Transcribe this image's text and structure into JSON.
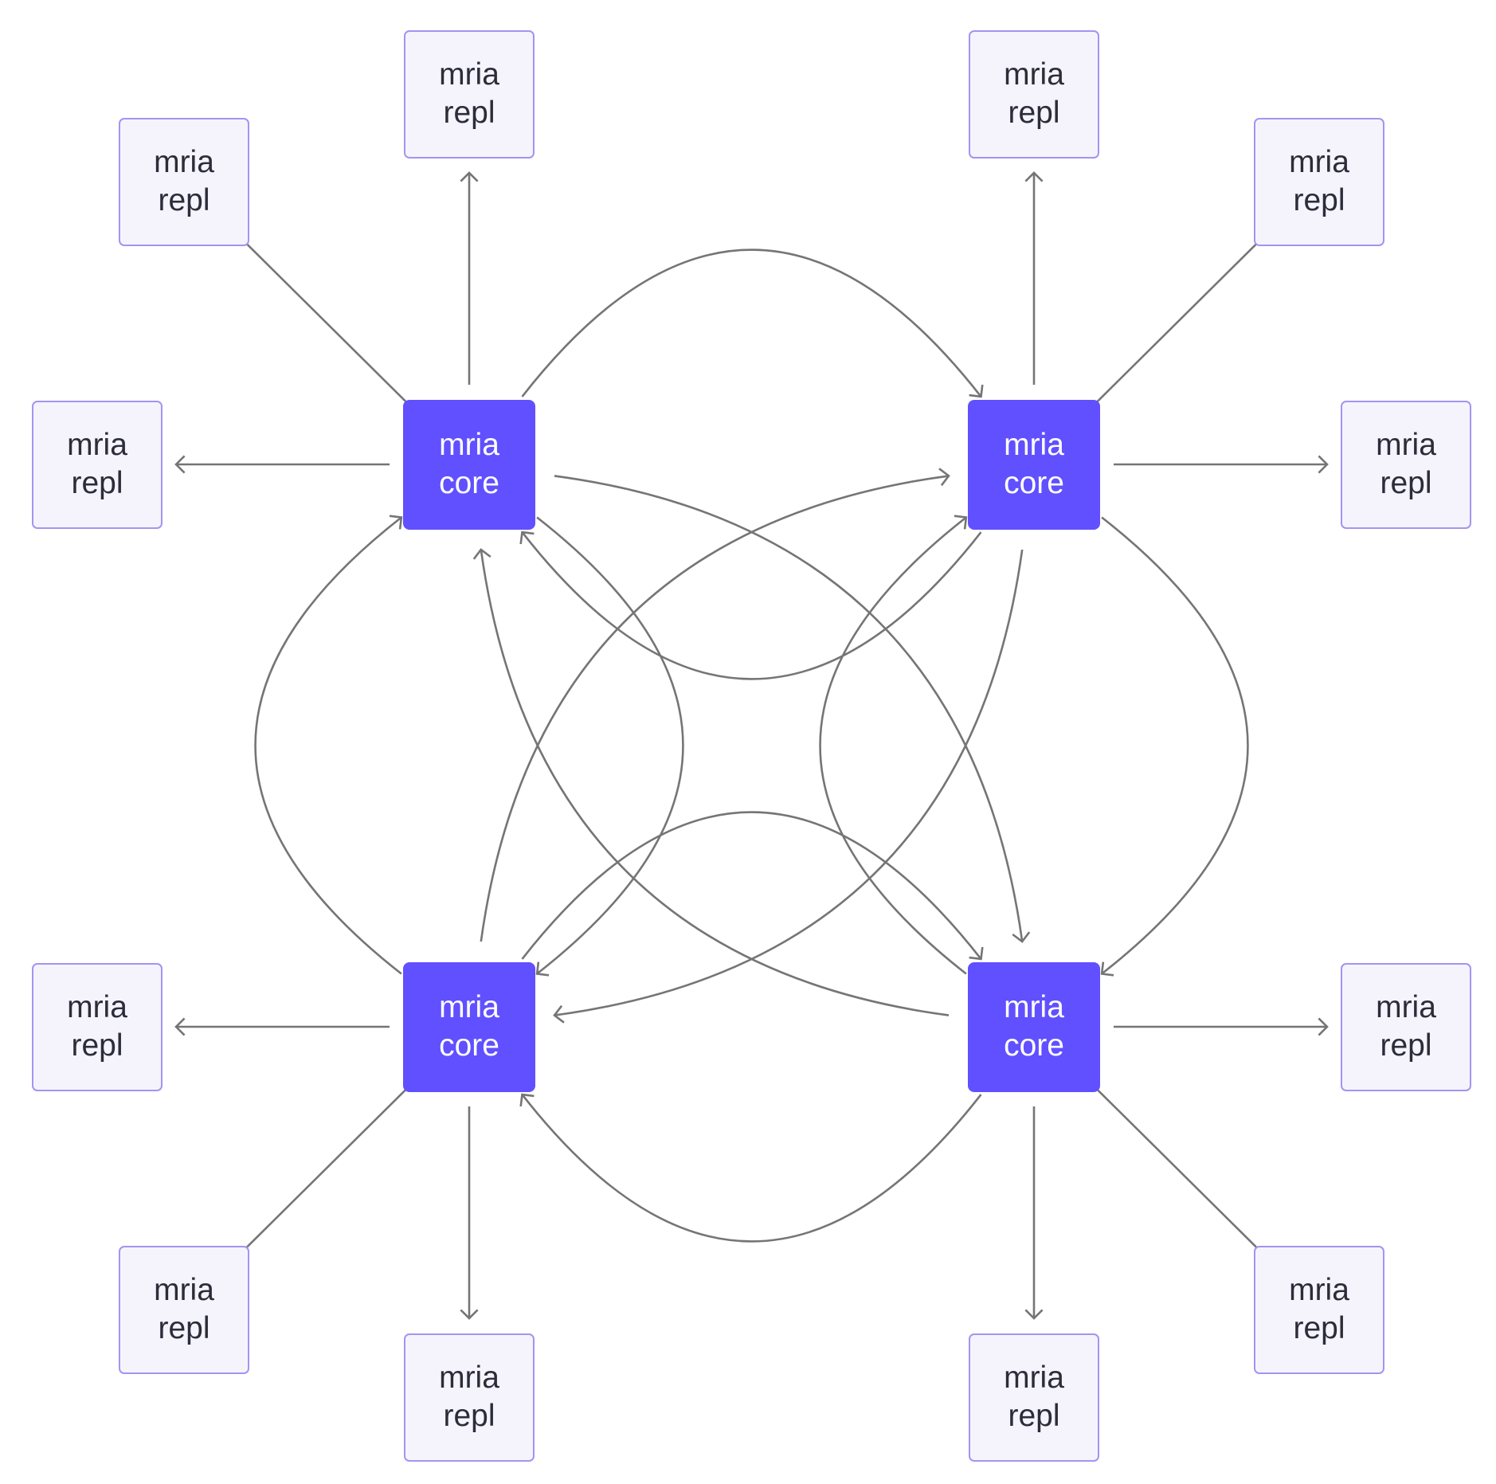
{
  "colors": {
    "core_fill": "#6150ff",
    "core_text": "#ffffff",
    "repl_fill": "#f5f4fd",
    "repl_border": "#a295f0",
    "repl_text": "#2c2c3a",
    "edge": "#757575"
  },
  "core_nodes": [
    {
      "id": "core_tl",
      "line1": "mria",
      "line2": "core"
    },
    {
      "id": "core_tr",
      "line1": "mria",
      "line2": "core"
    },
    {
      "id": "core_bl",
      "line1": "mria",
      "line2": "core"
    },
    {
      "id": "core_br",
      "line1": "mria",
      "line2": "core"
    }
  ],
  "repl_nodes": [
    {
      "id": "repl_tl_n",
      "core": "core_tl",
      "line1": "mria",
      "line2": "repl"
    },
    {
      "id": "repl_tl_nw",
      "core": "core_tl",
      "line1": "mria",
      "line2": "repl"
    },
    {
      "id": "repl_tl_w",
      "core": "core_tl",
      "line1": "mria",
      "line2": "repl"
    },
    {
      "id": "repl_tr_n",
      "core": "core_tr",
      "line1": "mria",
      "line2": "repl"
    },
    {
      "id": "repl_tr_ne",
      "core": "core_tr",
      "line1": "mria",
      "line2": "repl"
    },
    {
      "id": "repl_tr_e",
      "core": "core_tr",
      "line1": "mria",
      "line2": "repl"
    },
    {
      "id": "repl_bl_w",
      "core": "core_bl",
      "line1": "mria",
      "line2": "repl"
    },
    {
      "id": "repl_bl_sw",
      "core": "core_bl",
      "line1": "mria",
      "line2": "repl"
    },
    {
      "id": "repl_bl_s",
      "core": "core_bl",
      "line1": "mria",
      "line2": "repl"
    },
    {
      "id": "repl_br_e",
      "core": "core_br",
      "line1": "mria",
      "line2": "repl"
    },
    {
      "id": "repl_br_se",
      "core": "core_br",
      "line1": "mria",
      "line2": "repl"
    },
    {
      "id": "repl_br_s",
      "core": "core_br",
      "line1": "mria",
      "line2": "repl"
    }
  ],
  "edges": [
    {
      "from": "core_tl",
      "to": "core_tr"
    },
    {
      "from": "core_tr",
      "to": "core_tl"
    },
    {
      "from": "core_tl",
      "to": "core_bl"
    },
    {
      "from": "core_bl",
      "to": "core_tl"
    },
    {
      "from": "core_tl",
      "to": "core_br"
    },
    {
      "from": "core_br",
      "to": "core_tl"
    },
    {
      "from": "core_tr",
      "to": "core_bl"
    },
    {
      "from": "core_bl",
      "to": "core_tr"
    },
    {
      "from": "core_tr",
      "to": "core_br"
    },
    {
      "from": "core_br",
      "to": "core_tr"
    },
    {
      "from": "core_bl",
      "to": "core_br"
    },
    {
      "from": "core_br",
      "to": "core_bl"
    },
    {
      "from": "core_tl",
      "to": "repl_tl_n"
    },
    {
      "from": "core_tl",
      "to": "repl_tl_nw"
    },
    {
      "from": "core_tl",
      "to": "repl_tl_w"
    },
    {
      "from": "core_tr",
      "to": "repl_tr_n"
    },
    {
      "from": "core_tr",
      "to": "repl_tr_ne"
    },
    {
      "from": "core_tr",
      "to": "repl_tr_e"
    },
    {
      "from": "core_bl",
      "to": "repl_bl_w"
    },
    {
      "from": "core_bl",
      "to": "repl_bl_sw"
    },
    {
      "from": "core_bl",
      "to": "repl_bl_s"
    },
    {
      "from": "core_br",
      "to": "repl_br_e"
    },
    {
      "from": "core_br",
      "to": "repl_br_se"
    },
    {
      "from": "core_br",
      "to": "repl_br_s"
    }
  ]
}
